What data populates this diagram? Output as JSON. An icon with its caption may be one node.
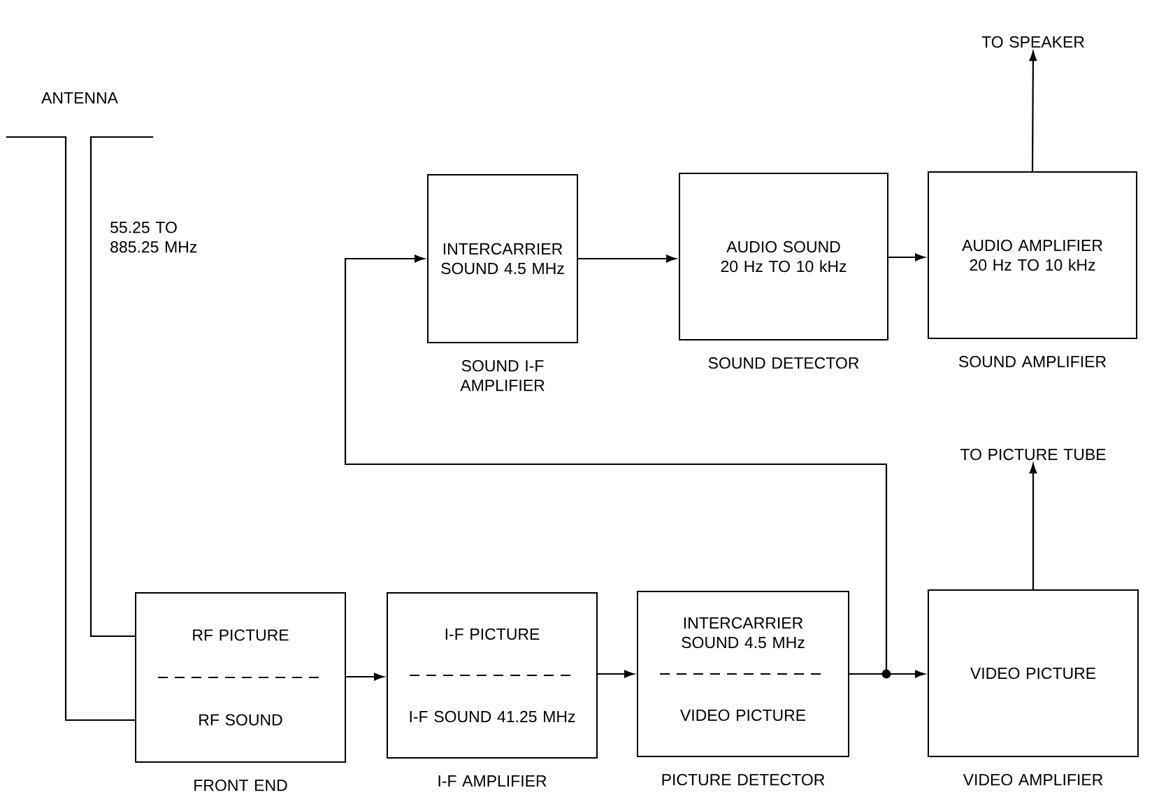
{
  "diagram": {
    "nodes": [
      {
        "text": [
          "ANTENNA"
        ]
      },
      {
        "text": [
          "TO SPEAKER"
        ]
      },
      {
        "text": [
          "INTERCARRIER SOUND 4.5 MHz"
        ],
        "beside": [
          "SOUND I-F AMPLIFIER"
        ]
      },
      {
        "text": [
          "AUDIO SOUND 20 Hz TO 10 kHz"
        ],
        "beside": [
          "SOUND DETECTOR"
        ]
      },
      {
        "text": [
          "AUDIO AMPLIFIER 20 Hz TO 10 kHz"
        ],
        "beside": [
          "SOUND AMPLIFIER"
        ]
      },
      {
        "text": [
          "TO PICTURE TUBE"
        ]
      },
      {
        "text": [
          "RF PICTURE",
          "RF SOUND"
        ],
        "beside": [
          "FRONT END"
        ]
      },
      {
        "text": [
          "I-F PICTURE",
          "I-F SOUND 41.25 MHz"
        ],
        "beside": [
          "I-F AMPLIFIER"
        ]
      },
      {
        "text": [
          "INTERCARRIER SOUND 4.5 MHz",
          "VIDEO PICTURE"
        ],
        "beside": [
          "PICTURE DETECTOR"
        ]
      },
      {
        "text": [
          "VIDEO PICTURE"
        ],
        "beside": [
          "VIDEO AMPLIFIER"
        ]
      }
    ],
    "edges": [
      {
        "from": 0,
        "to": 6,
        "arrow": "none",
        "label": "55.25 TO 885.25 MHz"
      },
      {
        "from": 0,
        "to": 6,
        "arrow": "none"
      },
      {
        "from": 6,
        "to": 7,
        "arrow": "to"
      },
      {
        "from": 7,
        "to": 8,
        "arrow": "to"
      },
      {
        "from": 8,
        "to": 9,
        "arrow": "to"
      },
      {
        "from": 8,
        "to": 2,
        "arrow": "to"
      },
      {
        "from": 2,
        "to": 3,
        "arrow": "to"
      },
      {
        "from": 3,
        "to": 4,
        "arrow": "to"
      },
      {
        "from": 4,
        "to": 1,
        "arrow": "to"
      },
      {
        "from": 9,
        "to": 5,
        "arrow": "to"
      }
    ]
  }
}
